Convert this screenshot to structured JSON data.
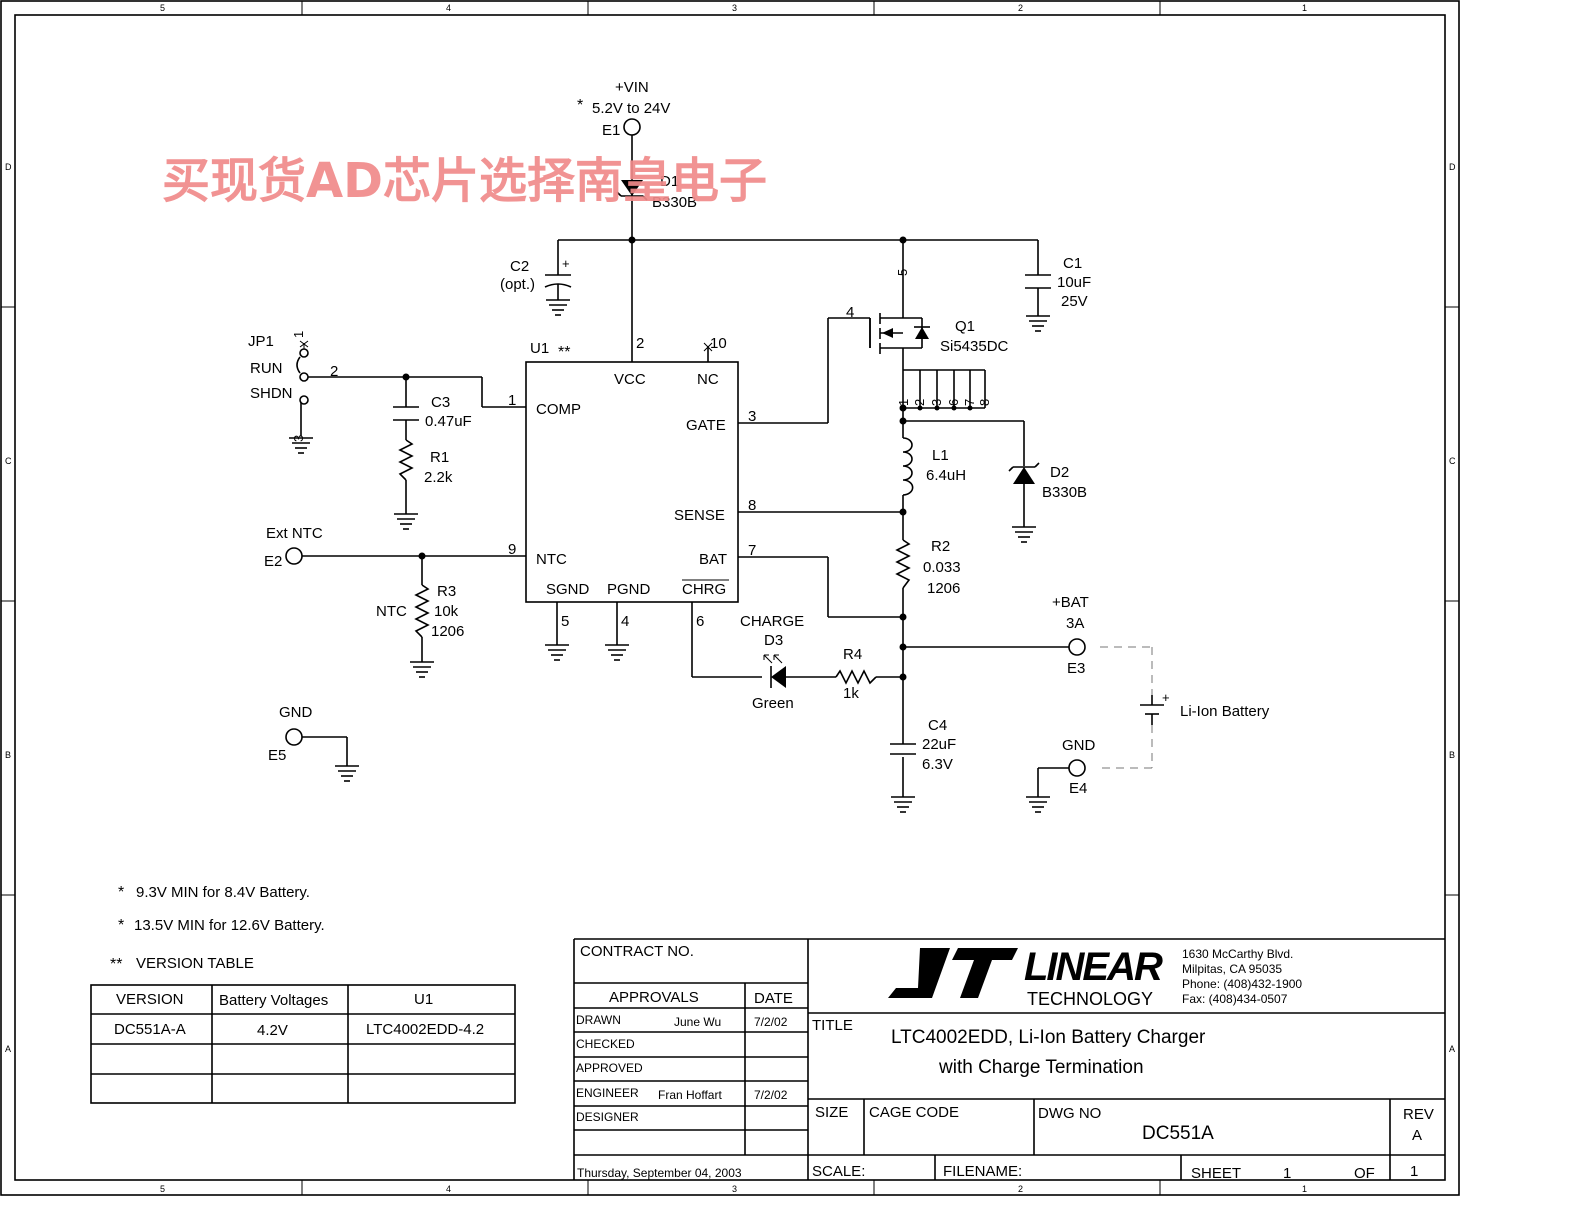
{
  "border": {
    "cols": [
      "5",
      "4",
      "3",
      "2",
      "1"
    ],
    "rows": [
      "D",
      "C",
      "B",
      "A"
    ]
  },
  "watermark": "买现货AD芯片选择南皇电子",
  "vin": {
    "label": "+VIN",
    "range": "5.2V to 24V",
    "star": "*",
    "ref": "E1"
  },
  "d1": {
    "ref": "D1",
    "part": "B330B"
  },
  "c2": {
    "ref": "C2",
    "note": "(opt.)",
    "plus": "+"
  },
  "c1": {
    "ref": "C1",
    "value": "10uF",
    "voltage": "25V"
  },
  "q1": {
    "ref": "Q1",
    "part": "Si5435DC",
    "pin_gate": "4",
    "pin_src": "5",
    "pins_drain": [
      "1",
      "2",
      "3",
      "6",
      "7",
      "8"
    ]
  },
  "jp1": {
    "ref": "JP1",
    "run": "RUN",
    "shdn": "SHDN",
    "pin1": "1",
    "pin2": "2",
    "pin3": "3"
  },
  "c3": {
    "ref": "C3",
    "value": "0.47uF"
  },
  "r1": {
    "ref": "R1",
    "value": "2.2k"
  },
  "u1": {
    "ref": "U1",
    "stars": "**",
    "pins": {
      "vcc": "VCC",
      "nc": "NC",
      "comp": "COMP",
      "gate": "GATE",
      "sense": "SENSE",
      "ntc": "NTC",
      "bat": "BAT",
      "sgnd": "SGND",
      "pgnd": "PGND",
      "chrg": "CHRG"
    },
    "nums": {
      "vcc": "2",
      "nc": "10",
      "comp": "1",
      "gate": "3",
      "sense": "8",
      "ntc": "9",
      "bat": "7",
      "sgnd": "5",
      "pgnd": "4",
      "chrg": "6"
    }
  },
  "l1": {
    "ref": "L1",
    "value": "6.4uH"
  },
  "d2": {
    "ref": "D2",
    "part": "B330B"
  },
  "r2": {
    "ref": "R2",
    "value": "0.033",
    "size": "1206"
  },
  "ext_ntc": {
    "label": "Ext NTC",
    "ref": "E2"
  },
  "r3": {
    "ref": "R3",
    "value": "10k",
    "size": "1206",
    "label": "NTC"
  },
  "d3": {
    "label": "CHARGE",
    "ref": "D3",
    "color": "Green"
  },
  "r4": {
    "ref": "R4",
    "value": "1k"
  },
  "c4": {
    "ref": "C4",
    "value": "22uF",
    "voltage": "6.3V"
  },
  "bat": {
    "label": "+BAT",
    "current": "3A",
    "ref": "E3"
  },
  "gnd4": {
    "label": "GND",
    "ref": "E4"
  },
  "gnd5": {
    "label": "GND",
    "ref": "E5"
  },
  "battery": {
    "label": "Li-Ion Battery",
    "plus": "+"
  },
  "notes": [
    {
      "star": "*",
      "text": "9.3V MIN for 8.4V Battery."
    },
    {
      "star": "*",
      "text": "13.5V MIN for 12.6V Battery."
    }
  ],
  "version_table": {
    "stars": "**",
    "title": "VERSION TABLE",
    "headers": [
      "VERSION",
      "Battery Voltages",
      "U1"
    ],
    "rows": [
      [
        "DC551A-A",
        "4.2V",
        "LTC4002EDD-4.2"
      ]
    ]
  },
  "title_block": {
    "contract": "CONTRACT NO.",
    "approvals": "APPROVALS",
    "date_header": "DATE",
    "rows": [
      {
        "role": "DRAWN",
        "name": "June Wu",
        "date": "7/2/02"
      },
      {
        "role": "CHECKED",
        "name": "",
        "date": ""
      },
      {
        "role": "APPROVED",
        "name": "",
        "date": ""
      },
      {
        "role": "ENGINEER",
        "name": "Fran Hoffart",
        "date": "7/2/02"
      },
      {
        "role": "DESIGNER",
        "name": "",
        "date": ""
      }
    ],
    "print_date": "Thursday, September 04, 2003",
    "company": {
      "logo_word": "LINEAR",
      "logo_sub": "TECHNOLOGY",
      "address1": "1630 McCarthy Blvd.",
      "address2": "Milpitas, CA 95035",
      "phone": "Phone: (408)432-1900",
      "fax": "Fax: (408)434-0507"
    },
    "title_label": "TITLE",
    "title1": "LTC4002EDD, Li-Ion Battery Charger",
    "title2": "with Charge Termination",
    "size_label": "SIZE",
    "cage_label": "CAGE CODE",
    "dwg_label": "DWG NO",
    "dwg_no": "DC551A",
    "rev_label": "REV",
    "rev": "A",
    "scale_label": "SCALE:",
    "filename_label": "FILENAME:",
    "sheet_label": "SHEET",
    "sheet": "1",
    "of_label": "OF",
    "of": "1"
  }
}
